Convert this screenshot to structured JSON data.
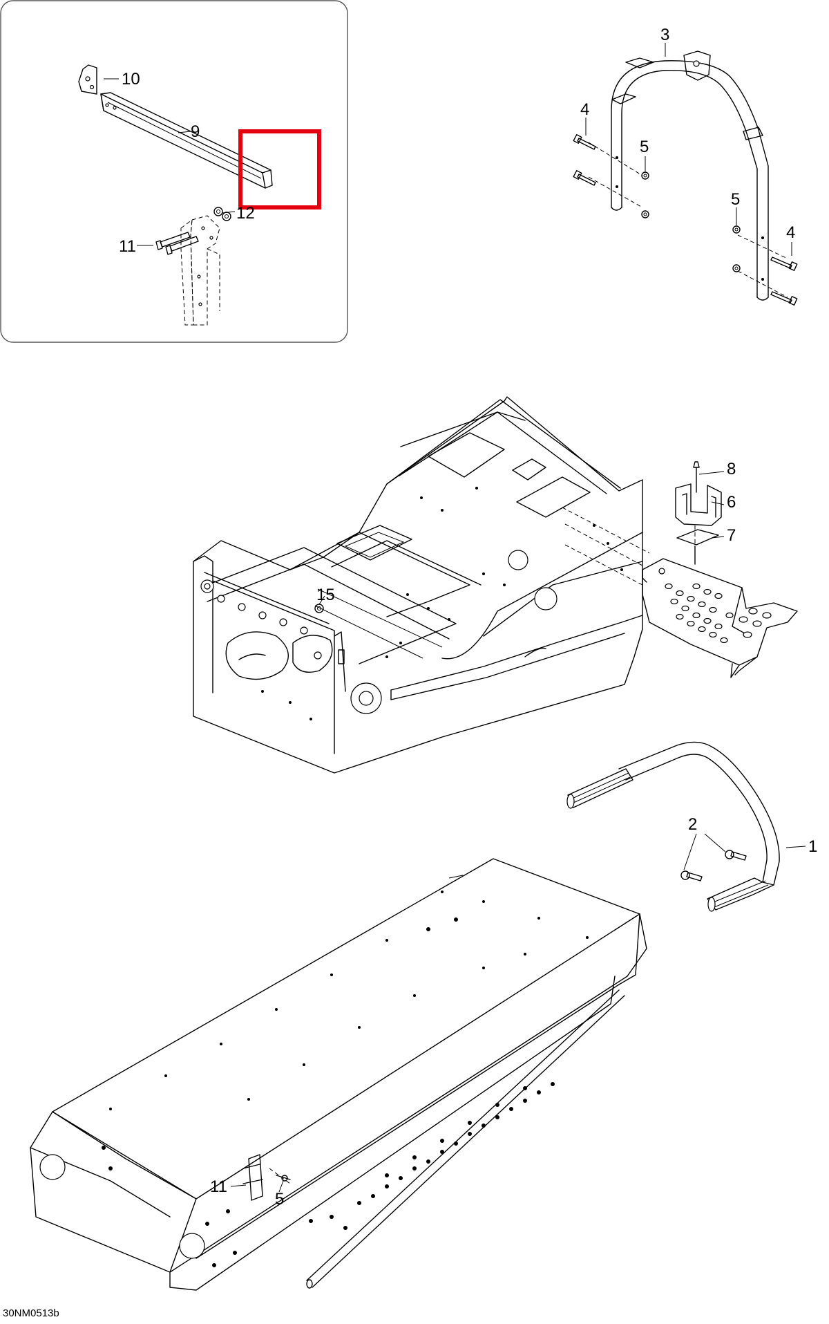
{
  "diagram": {
    "code": "30NM0513b",
    "highlight_color": "#e5000f",
    "inset": {
      "callouts": {
        "c10": "10",
        "c9": "9",
        "c12": "12",
        "c11": "11"
      }
    },
    "callouts": {
      "c1": "1",
      "c2": "2",
      "c3": "3",
      "c4a": "4",
      "c4b": "4",
      "c5a": "5",
      "c5b": "5",
      "c5c": "5",
      "c6": "6",
      "c7": "7",
      "c8": "8",
      "c11": "11",
      "c15": "15"
    }
  }
}
